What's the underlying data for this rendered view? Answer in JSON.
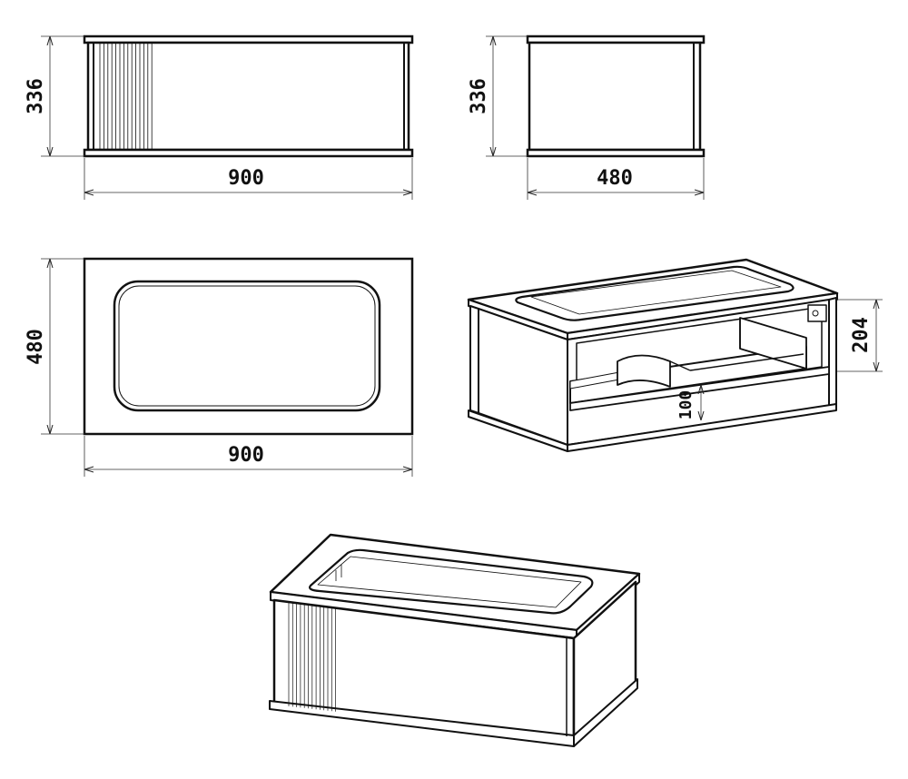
{
  "views": {
    "front": {
      "width_label": "900",
      "height_label": "336"
    },
    "side": {
      "width_label": "480",
      "height_label": "336"
    },
    "top": {
      "width_label": "900",
      "height_label": "480"
    },
    "section": {
      "drawer_height_label": "204",
      "inner_label": "100"
    }
  }
}
